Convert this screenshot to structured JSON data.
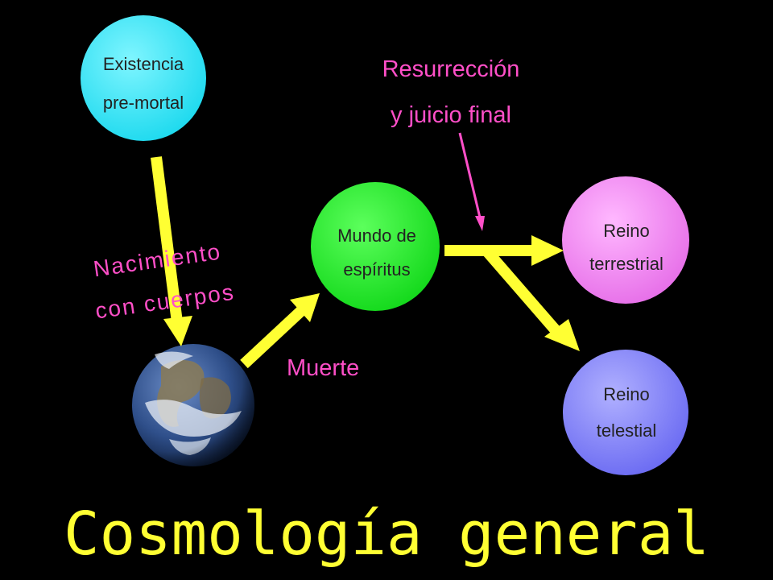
{
  "title": "Cosmología general",
  "nodes": {
    "premortal": {
      "line1": "Existencia",
      "line2": "pre-mortal",
      "color": "#33e6f5"
    },
    "earth": {
      "name": "earth-globe"
    },
    "spirit_world": {
      "line1": "Mundo de",
      "line2": "espíritus",
      "color": "#22e02a"
    },
    "terrestrial": {
      "line1": "Reino",
      "line2": "terrestrial",
      "color": "#ee80f0"
    },
    "telestial": {
      "line1": "Reino",
      "line2": "telestial",
      "color": "#8080ff"
    }
  },
  "labels": {
    "birth_line1": "Nacimiento",
    "birth_line2": "con cuerpos",
    "death": "Muerte",
    "resurrection_line1": "Resurrección",
    "resurrection_line2": "y juicio final"
  },
  "colors": {
    "background": "#000000",
    "arrow": "#ffff33",
    "label": "#ff4fc8",
    "title": "#ffff33"
  }
}
